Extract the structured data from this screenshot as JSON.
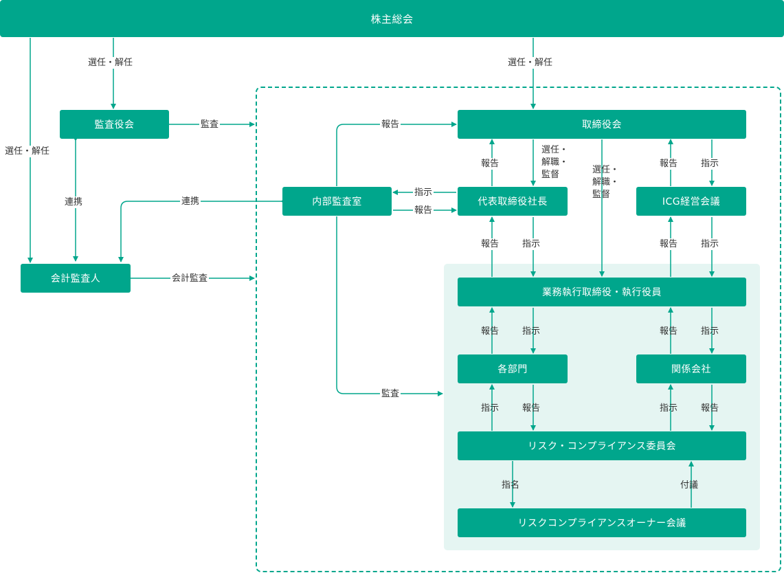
{
  "nodes": {
    "shareholders_meeting": "株主総会",
    "audit_board": "監査役会",
    "accounting_auditor": "会計監査人",
    "internal_audit_office": "内部監査室",
    "board_of_directors": "取締役会",
    "president": "代表取締役社長",
    "icg_management_meeting": "ICG経営会議",
    "executive_officers": "業務執行取締役・執行役員",
    "departments": "各部門",
    "affiliates": "関係会社",
    "risk_compliance_committee": "リスク・コンプライアンス委員会",
    "risk_compliance_owner_meeting": "リスクコンプライアンスオーナー会議"
  },
  "edge_labels": {
    "elect_dismiss_audit_board": "選任・解任",
    "elect_dismiss_auditor": "選任・解任",
    "elect_dismiss_board": "選任・解任",
    "audit_board_audit": "監査",
    "audit_board_auditor_coop": "連携",
    "auditor_internal_coop": "連携",
    "accounting_audit": "会計監査",
    "internal_report_board": "報告",
    "internal_audit_inner": "監査",
    "president_instruct_internal": "指示",
    "internal_report_president": "報告",
    "president_report_board": "報告",
    "board_elect_president": "選任・\n解職・\n監督",
    "board_elect_executives": "選任・\n解職・\n監督",
    "icg_report_board": "報告",
    "board_instruct_icg": "指示",
    "exec_report_president": "報告",
    "president_instruct_exec": "指示",
    "exec_report_icg": "報告",
    "icg_instruct_exec": "指示",
    "dept_report_exec": "報告",
    "exec_instruct_dept": "指示",
    "aff_report_exec": "報告",
    "exec_instruct_aff": "指示",
    "committee_instruct_dept": "指示",
    "dept_report_committee": "報告",
    "committee_instruct_aff": "指示",
    "aff_report_committee": "報告",
    "committee_nominate_owner": "指名",
    "owner_submit_committee": "付議"
  },
  "colors": {
    "primary": "#00a68c",
    "inner_background": "#e5f5f2",
    "text": "#333333"
  }
}
